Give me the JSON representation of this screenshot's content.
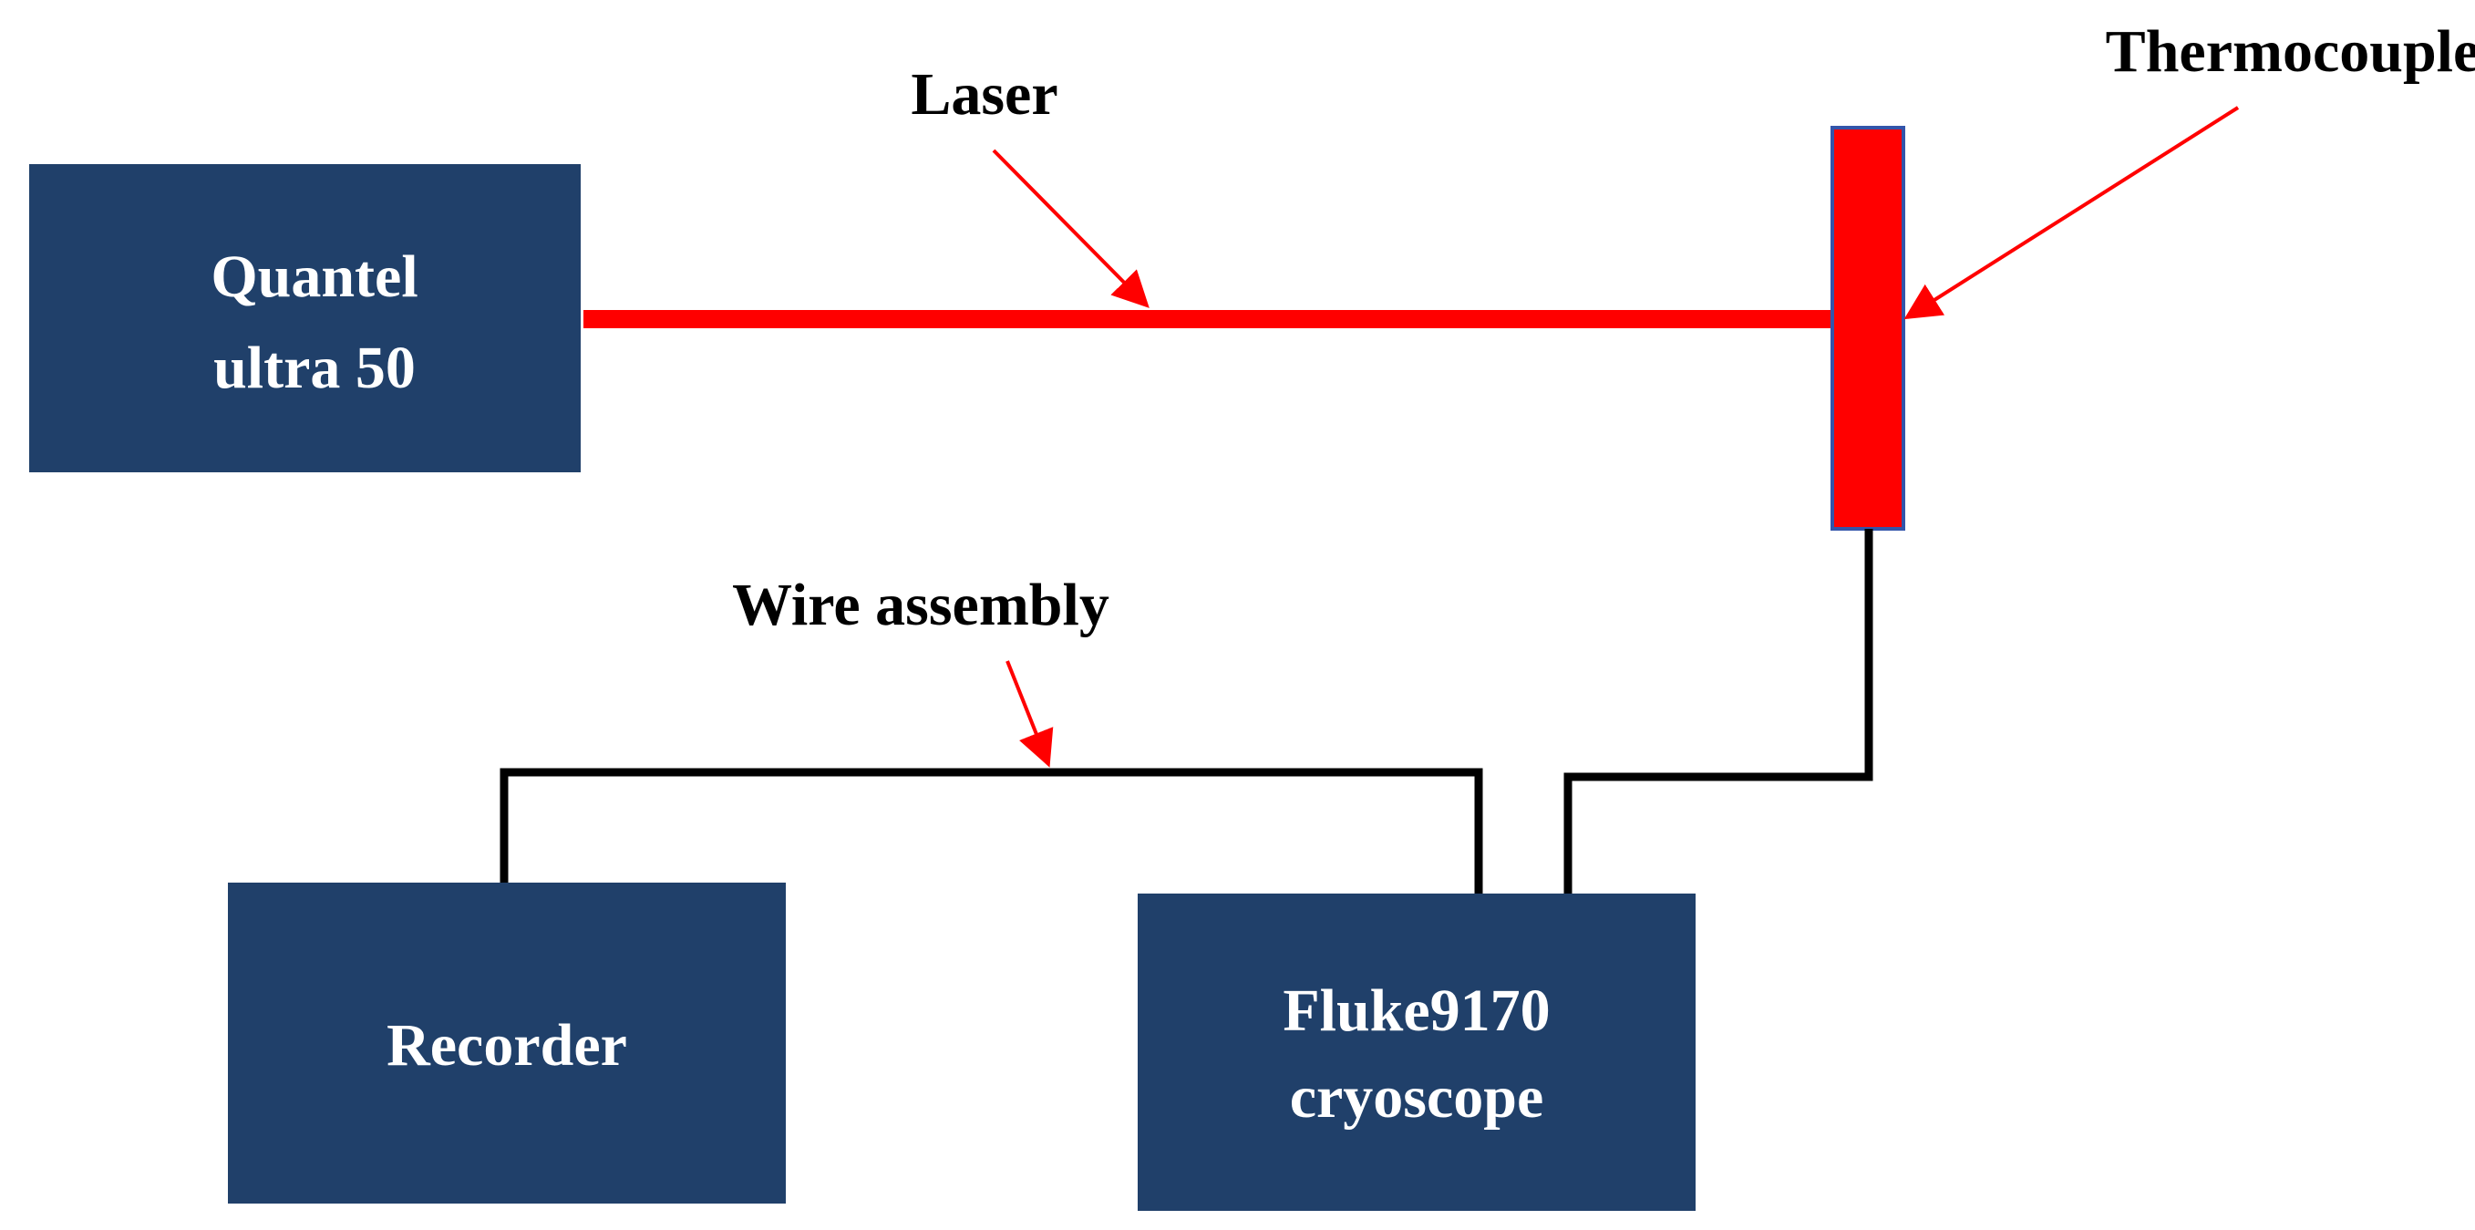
{
  "colors": {
    "box_fill": "#20406A",
    "laser": "#FF0000",
    "thermocouple_fill": "#FF0000",
    "thermocouple_border": "#3355AA",
    "wire": "#000000",
    "pointer_arrow": "#FF0000"
  },
  "boxes": {
    "laser_source": {
      "line1": "Quantel",
      "line2": "ultra 50"
    },
    "recorder": {
      "label": "Recorder"
    },
    "cryoscope": {
      "line1": "Fluke9170",
      "line2": "cryoscope"
    }
  },
  "labels": {
    "laser": "Laser",
    "thermocouple": "Thermocouple",
    "wire_assembly": "Wire assembly"
  }
}
